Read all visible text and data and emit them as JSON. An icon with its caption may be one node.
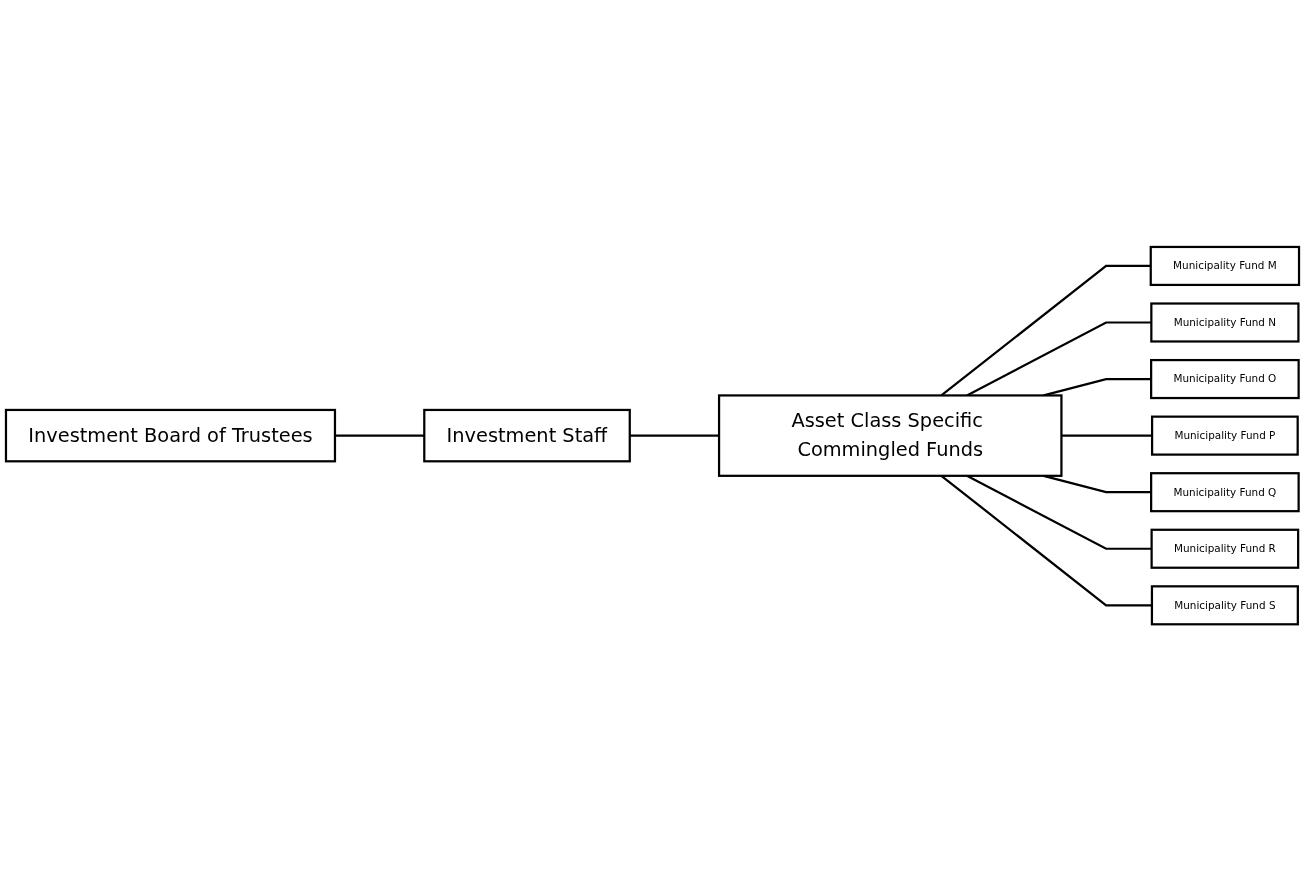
{
  "diagram": {
    "nodes": [
      {
        "text": [
          "Investment Board of Trustees"
        ]
      },
      {
        "text": [
          "Investment Staff"
        ]
      },
      {
        "text": [
          "Asset Class Specific Commingled Funds"
        ]
      },
      {
        "text": [
          "Municipality Fund M"
        ]
      },
      {
        "text": [
          "Municipality Fund N"
        ]
      },
      {
        "text": [
          "Municipality Fund O"
        ]
      },
      {
        "text": [
          "Municipality Fund P"
        ]
      },
      {
        "text": [
          "Municipality Fund Q"
        ]
      },
      {
        "text": [
          "Municipality Fund R"
        ]
      },
      {
        "text": [
          "Municipality Fund S"
        ]
      }
    ],
    "edges": [
      {
        "from": 0,
        "to": 1,
        "arrow": "none"
      },
      {
        "from": 1,
        "to": 2,
        "arrow": "none"
      },
      {
        "from": 2,
        "to": 3,
        "arrow": "none"
      },
      {
        "from": 2,
        "to": 4,
        "arrow": "none"
      },
      {
        "from": 2,
        "to": 5,
        "arrow": "none"
      },
      {
        "from": 2,
        "to": 6,
        "arrow": "none"
      },
      {
        "from": 2,
        "to": 7,
        "arrow": "none"
      },
      {
        "from": 2,
        "to": 8,
        "arrow": "none"
      },
      {
        "from": 2,
        "to": 9,
        "arrow": "none"
      }
    ]
  }
}
